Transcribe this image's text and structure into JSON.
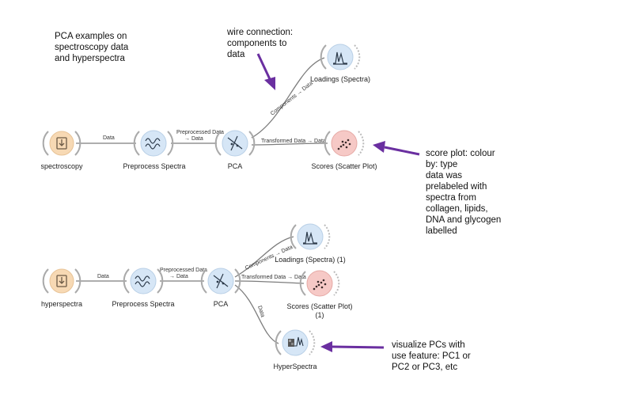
{
  "notes": {
    "title": [
      "PCA examples on",
      "spectroscopy data",
      "and hyperspectra"
    ],
    "wire": [
      "wire connection:",
      "components to",
      "data"
    ],
    "score": [
      "score plot: colour",
      "by: type",
      "data was",
      "prelabeled with",
      "spectra from",
      "collagen, lipids,",
      "DNA and glycogen",
      "labelled"
    ],
    "pcs": [
      "visualize PCs with",
      "use feature: PC1 or",
      "PC2 or PC3, etc"
    ]
  },
  "nodes": {
    "spectroscopy": "spectroscopy",
    "preprocess1": "Preprocess Spectra",
    "pca1": "PCA",
    "loadings1": "Loadings (Spectra)",
    "scores1": "Scores (Scatter Plot)",
    "hyperspectra": "hyperspectra",
    "preprocess2": "Preprocess Spectra",
    "pca2": "PCA",
    "loadings2": "Loadings (Spectra) (1)",
    "scores2_line1": "Scores (Scatter Plot)",
    "scores2_line2": "(1)",
    "hyperspectra_widget": "HyperSpectra"
  },
  "links": {
    "data": "Data",
    "preprocessed_line1": "Preprocessed Data",
    "preprocessed_line2": "→ Data",
    "components": "Components → Data",
    "transformed": "Transformed Data → Data"
  },
  "colors": {
    "file_node": "#f7d9b4",
    "blue_node": "#d6e6f6",
    "red_node": "#f6c9c6",
    "wire": "#7d7d7d",
    "annotation_arrow": "#6a2fa0"
  }
}
